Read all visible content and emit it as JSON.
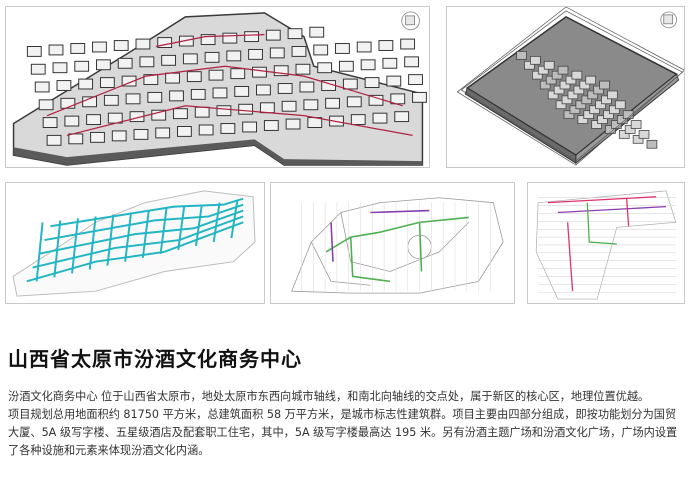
{
  "title": "山西省太原市汾酒文化商务中心",
  "description": [
    "汾酒文化商务中心 位于山西省太原市，地处太原市东西向城市轴线，和南北向轴线的交点处，属于新区的核心区，地理位置优越。",
    "项目规划总用地面积约 81750 平方米，总建筑面积 58 万平方米，是城市标志性建筑群。项目主要由四部分组成，即按功能划分为国贸",
    "大厦、5A 级写字楼、五星级酒店及配套职工住宅，其中，5A 级写字楼最高达 195 米。另有汾酒主题广场和汾酒文化广场，广场内设置",
    "了各种设施和元素来体现汾酒文化内涵。"
  ],
  "images": [
    {
      "name": "basement-3d-model-view"
    },
    {
      "name": "tower-podium-3d-model-view"
    },
    {
      "name": "hvac-duct-model-view"
    },
    {
      "name": "piping-plan-view"
    },
    {
      "name": "electrical-plan-view"
    }
  ],
  "colors": {
    "wall": "#3a3a3a",
    "accent_red": "#b02040",
    "duct_cyan": "#22b5c4",
    "pipe_green": "#4caf50",
    "pipe_purple": "#8a3fb0"
  }
}
